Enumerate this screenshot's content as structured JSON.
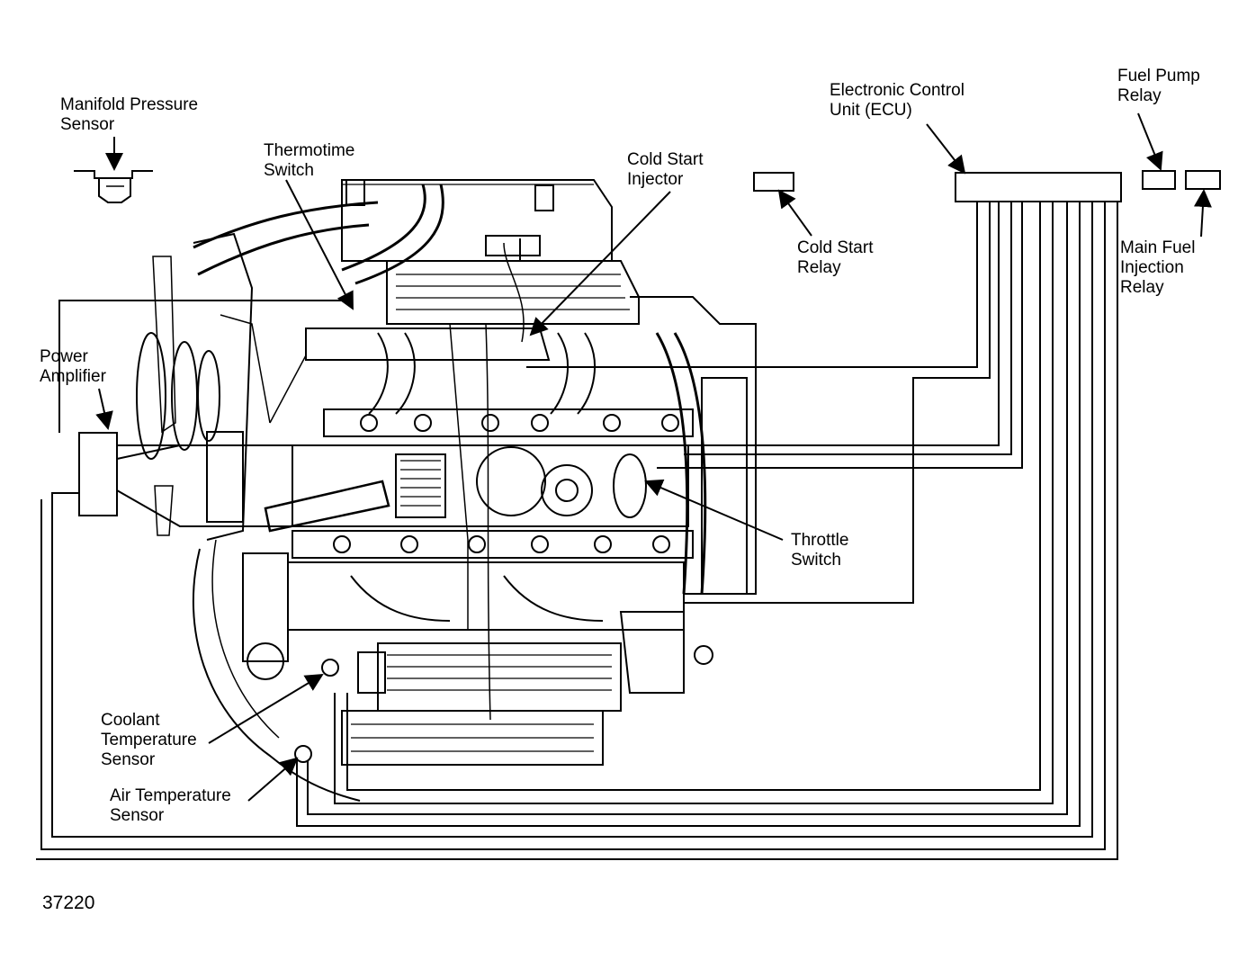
{
  "labels": {
    "manifold_pressure_sensor": "Manifold Pressure\nSensor",
    "thermotime_switch": "Thermotime\nSwitch",
    "cold_start_injector": "Cold Start\nInjector",
    "electronic_control_unit": "Electronic Control\nUnit (ECU)",
    "fuel_pump_relay": "Fuel Pump\nRelay",
    "cold_start_relay": "Cold Start\nRelay",
    "main_fuel_injection_relay": "Main Fuel\nInjection\nRelay",
    "power_amplifier": "Power\nAmplifier",
    "throttle_switch": "Throttle\nSwitch",
    "coolant_temperature_sensor": "Coolant\nTemperature\nSensor",
    "air_temperature_sensor": "Air Temperature\nSensor"
  },
  "figure_number": "37220"
}
